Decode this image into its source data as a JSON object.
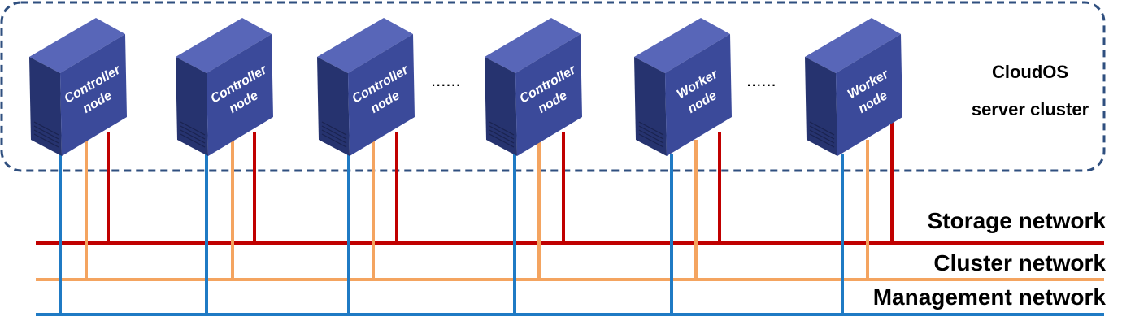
{
  "cluster": {
    "line1": "CloudOS",
    "line2": "server cluster"
  },
  "nodes": [
    {
      "line1": "Controller",
      "line2": "node"
    },
    {
      "line1": "Controller",
      "line2": "node"
    },
    {
      "line1": "Controller",
      "line2": "node"
    },
    {
      "line1": "Controller",
      "line2": "node"
    },
    {
      "line1": "Worker",
      "line2": "node"
    },
    {
      "line1": "Worker",
      "line2": "node"
    }
  ],
  "ellipses": [
    "......",
    "......"
  ],
  "networks": [
    {
      "label": "Storage network",
      "color": "#c00000"
    },
    {
      "label": "Cluster network",
      "color": "#f4a460"
    },
    {
      "label": "Management network",
      "color": "#1f7ac4"
    }
  ],
  "colors": {
    "cluster_border": "#2f4f7f",
    "server_front": "#3b4a9a",
    "server_top": "#5866b8",
    "server_side": "#26336f"
  }
}
